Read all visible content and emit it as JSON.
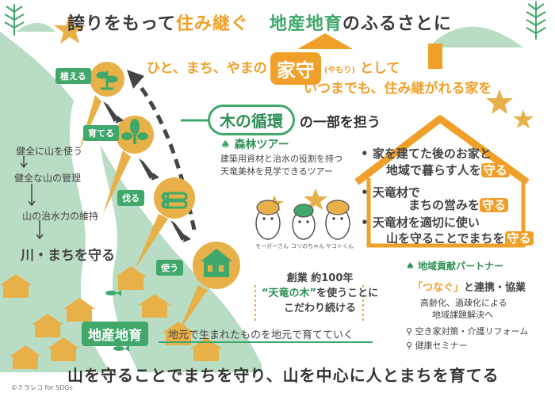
{
  "header": {
    "title_pre": "誇りをもって",
    "title_em1": "住み継ぐ",
    "title_mid": "地産地育",
    "title_post": "のふるさとに"
  },
  "tagline": {
    "line1_pre": "ひと、まち、やまの",
    "line1_box": "家守",
    "line1_ruby": "(やもり)",
    "line1_post": "として",
    "line2": "いつまでも、住み継がれる家を"
  },
  "cycle": {
    "pill": "木の循環",
    "suffix": "の一部を担う"
  },
  "steps": [
    {
      "label": "植える"
    },
    {
      "label": "育てる"
    },
    {
      "label": "伐る"
    },
    {
      "label": "使う"
    }
  ],
  "left_flow": {
    "l1": "健全に山を使う",
    "l2": "健全な山の管理",
    "l3": "山の治水力の維持",
    "l4": "川・まちを守る"
  },
  "tour": {
    "title": "森林ツアー",
    "line1": "建築用資材と治水の役割を持つ",
    "line2": "天竜美林を見学できるツアー",
    "chars": [
      "モーガーさん",
      "コリのちゃん",
      "ヤコトくん"
    ]
  },
  "house_points": [
    {
      "text1": "家を建てた後のお家と",
      "text2": "地域で暮らす人を",
      "hl": "守る"
    },
    {
      "text1": "天竜材で",
      "text2": "まちの営みを",
      "hl": "守る"
    },
    {
      "text1": "天竜材を適切に使い",
      "text2": "山を守ることでまちを",
      "hl": "守る"
    }
  ],
  "founded": {
    "line1": "創業 約100年",
    "line2_em": "“天竜の木”",
    "line2": "を使うことに",
    "line3": "こだわり続ける"
  },
  "partner": {
    "title": "地域貢献パートナー",
    "tsunagu_em": "「つなぐ」",
    "tsunagu": "と連携・協業",
    "desc1": "高齢化、過疎化による",
    "desc2": "地域課題解決へ",
    "item1": "空き家対策・介護リフォーム",
    "item2": "健康セミナー"
  },
  "chisan": {
    "label": "地産地育",
    "line": "地元で生まれたものを地元で育てていく"
  },
  "bottom": {
    "text": "山を守ることでまちを守り、山を中心に人とまちを育てる"
  },
  "credit": "©ミラレコ for SDGs",
  "colors": {
    "green": "#3fa86a",
    "mint": "#b9dcc4",
    "orange": "#f0a028",
    "ochre": "#e8b048"
  }
}
